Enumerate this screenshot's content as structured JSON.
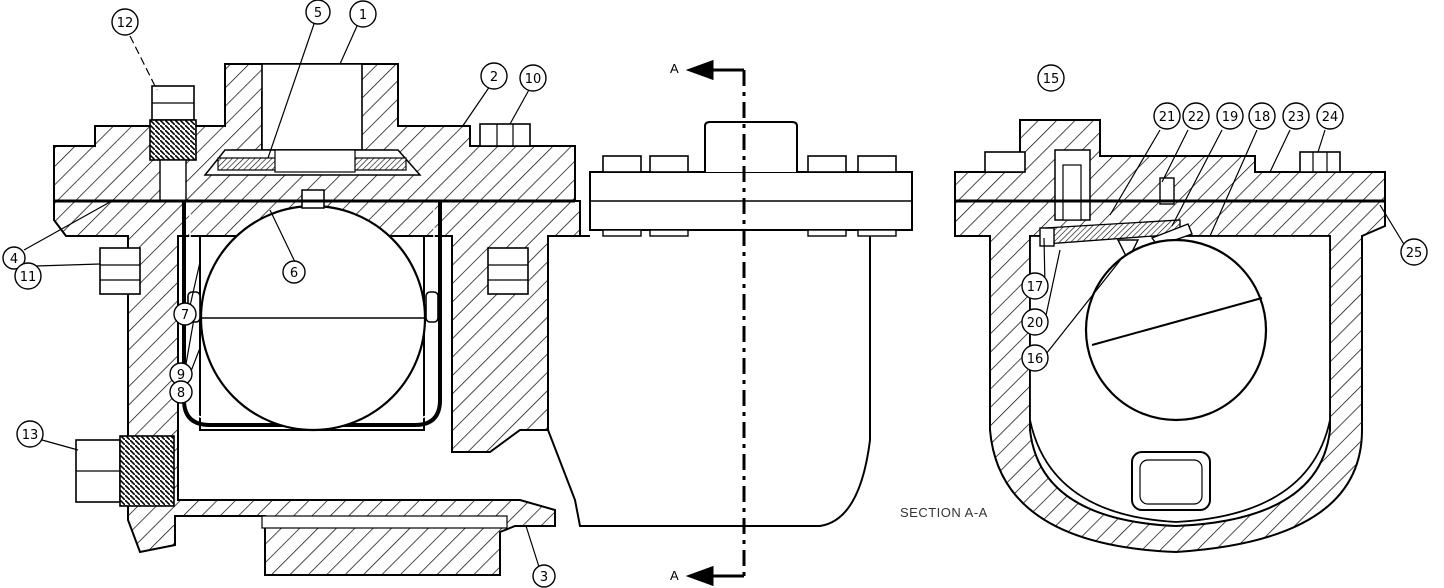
{
  "drawing": {
    "section_label": "SECTION A-A",
    "cut_letter_top": "A",
    "cut_letter_bottom": "A",
    "colors": {
      "line": "#000000",
      "background": "#ffffff"
    }
  },
  "balloons": {
    "b1": "1",
    "b2": "2",
    "b3": "3",
    "b4": "4",
    "b5": "5",
    "b6": "6",
    "b7": "7",
    "b8": "8",
    "b9": "9",
    "b10": "10",
    "b11": "11",
    "b12": "12",
    "b13": "13",
    "b15": "15",
    "b16": "16",
    "b17": "17",
    "b18": "18",
    "b19": "19",
    "b20": "20",
    "b21": "21",
    "b22": "22",
    "b23": "23",
    "b24": "24",
    "b25": "25"
  }
}
